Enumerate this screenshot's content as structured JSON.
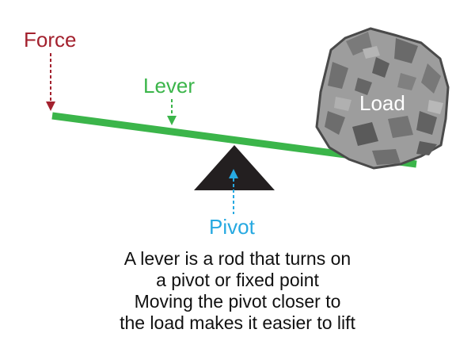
{
  "labels": {
    "force": "Force",
    "lever": "Lever",
    "load": "Load",
    "pivot": "Pivot"
  },
  "caption": [
    "A lever is a rod that turns on",
    "a pivot or fixed point",
    "Moving the pivot closer to",
    "the load makes it easier to lift"
  ],
  "colors": {
    "force": "#a3212e",
    "lever": "#3bb54a",
    "pivot_label": "#27a9e1",
    "fulcrum": "#231f20",
    "rock_light": "#9d9d9d",
    "rock_dark": "#6a6a6a",
    "rock_outline": "#4a4a4a"
  }
}
